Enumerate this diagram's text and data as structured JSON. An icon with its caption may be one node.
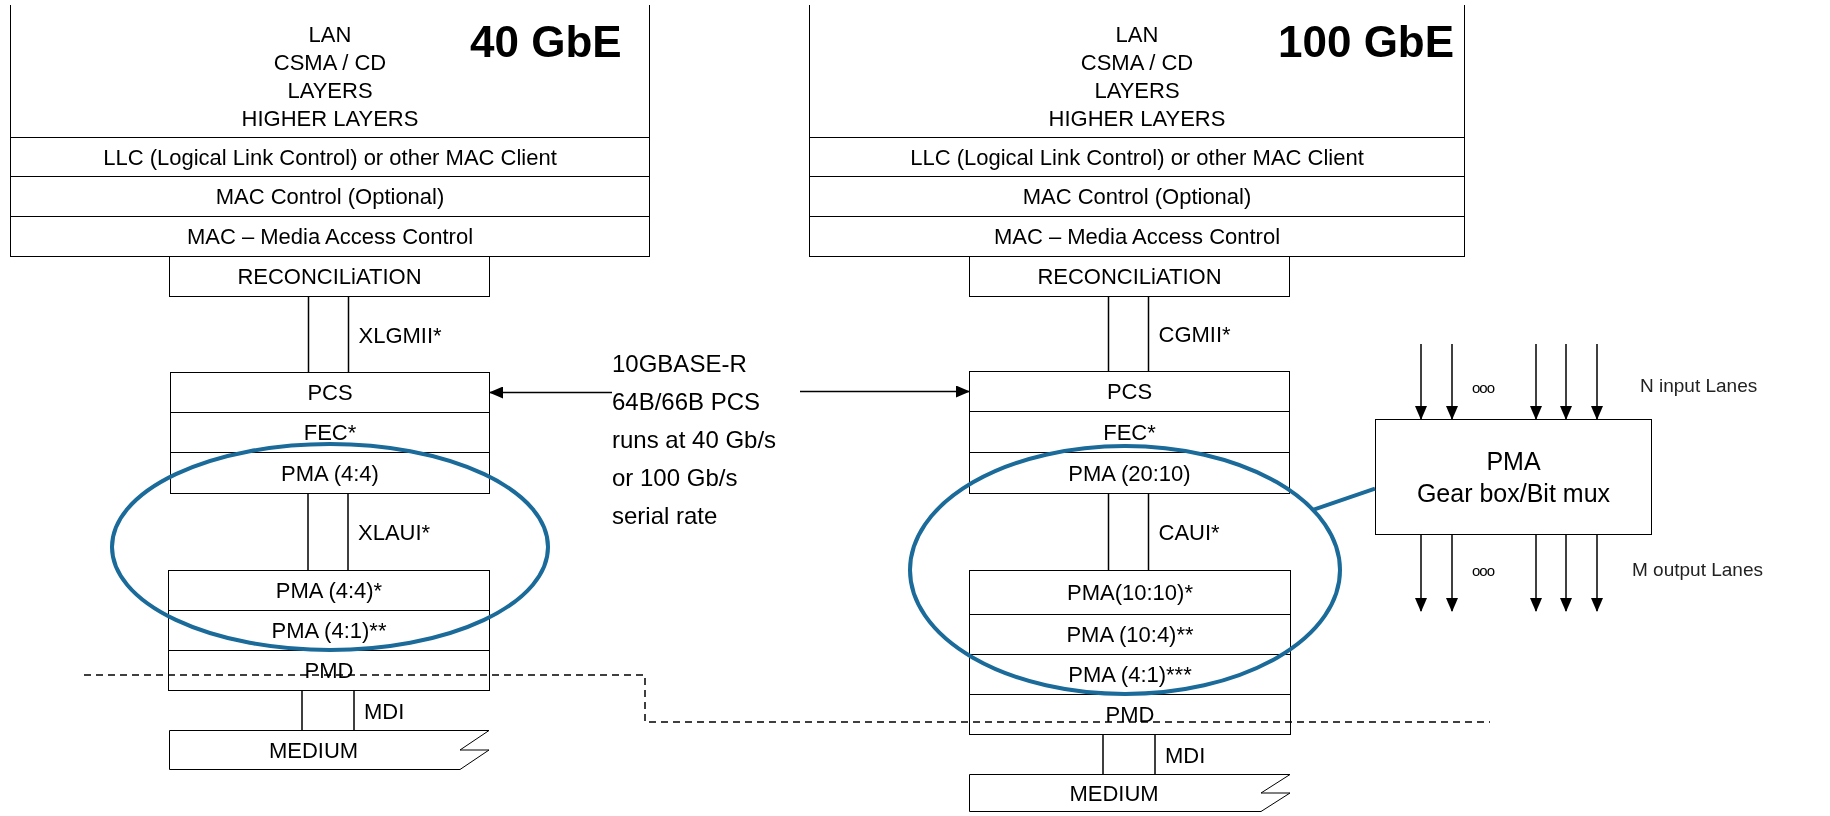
{
  "diagram": {
    "nodes": [
      {
        "text": [
          "LAN",
          "CSMA / CD",
          "LAYERS",
          "HIGHER LAYERS"
        ]
      },
      {
        "text": [
          "LLC (Logical Link Control) or other MAC Client"
        ]
      },
      {
        "text": [
          "MAC Control (Optional)"
        ]
      },
      {
        "text": [
          "MAC – Media Access Control"
        ]
      },
      {
        "text": [
          "RECONCILiATION"
        ]
      },
      {
        "text": [
          "PCS"
        ]
      },
      {
        "text": [
          "FEC*"
        ]
      },
      {
        "text": [
          "PMA (4:4)"
        ]
      },
      {
        "text": [
          "PMA (4:4)*"
        ]
      },
      {
        "text": [
          "PMA (4:1)**"
        ]
      },
      {
        "text": [
          "PMD"
        ]
      },
      {
        "text": [
          "MEDIUM"
        ]
      },
      {
        "text": [
          "10GBASE-R 64B/66B PCS runs at 40 Gb/s or 100 Gb/s serial rate"
        ]
      },
      {
        "text": [
          "LAN",
          "CSMA / CD",
          "LAYERS",
          "HIGHER LAYERS"
        ]
      },
      {
        "text": [
          "LLC (Logical Link Control) or other MAC Client"
        ]
      },
      {
        "text": [
          "MAC Control (Optional)"
        ]
      },
      {
        "text": [
          "MAC – Media Access Control"
        ]
      },
      {
        "text": [
          "RECONCILiATION"
        ]
      },
      {
        "text": [
          "PCS"
        ]
      },
      {
        "text": [
          "FEC*"
        ]
      },
      {
        "text": [
          "PMA (20:10)"
        ]
      },
      {
        "text": [
          "PMA(10:10)*"
        ]
      },
      {
        "text": [
          "PMA (10:4)**"
        ]
      },
      {
        "text": [
          "PMA (4:1)***"
        ]
      },
      {
        "text": [
          "PMD"
        ]
      },
      {
        "text": [
          "MEDIUM"
        ]
      },
      {
        "text": [
          "PMA",
          "Gear box/Bit mux"
        ]
      }
    ],
    "edges": [
      {
        "from": 4,
        "to": 5,
        "arrow": "none",
        "label": "XLGMII*"
      },
      {
        "from": 7,
        "to": 8,
        "arrow": "none",
        "label": "XLAUI*"
      },
      {
        "from": 10,
        "to": 11,
        "arrow": "none",
        "label": "MDI"
      },
      {
        "from": 17,
        "to": 18,
        "arrow": "none",
        "label": "CGMII*"
      },
      {
        "from": 20,
        "to": 21,
        "arrow": "none",
        "label": "CAUI*"
      },
      {
        "from": 24,
        "to": 25,
        "arrow": "none",
        "label": "MDI"
      },
      {
        "from": 12,
        "to": 5,
        "arrow": "to"
      },
      {
        "from": 12,
        "to": 18,
        "arrow": "to"
      },
      {
        "from": 26,
        "to": null,
        "arrow": "none",
        "color": "#1a6a9a"
      },
      {
        "from": null,
        "to": 26,
        "arrow": "to"
      },
      {
        "from": null,
        "to": 26,
        "arrow": "to"
      },
      {
        "from": null,
        "to": 26,
        "arrow": "to"
      },
      {
        "from": null,
        "to": 26,
        "arrow": "to"
      },
      {
        "from": null,
        "to": 26,
        "arrow": "to"
      },
      {
        "from": 26,
        "to": null,
        "arrow": "to"
      },
      {
        "from": 26,
        "to": null,
        "arrow": "to"
      },
      {
        "from": 26,
        "to": null,
        "arrow": "to"
      },
      {
        "from": 26,
        "to": null,
        "arrow": "to"
      },
      {
        "from": 26,
        "to": null,
        "arrow": "to"
      }
    ],
    "labels": [
      "40 GbE",
      "100 GbE",
      "ooo",
      "N input Lanes",
      "ooo",
      "M output Lanes"
    ]
  }
}
